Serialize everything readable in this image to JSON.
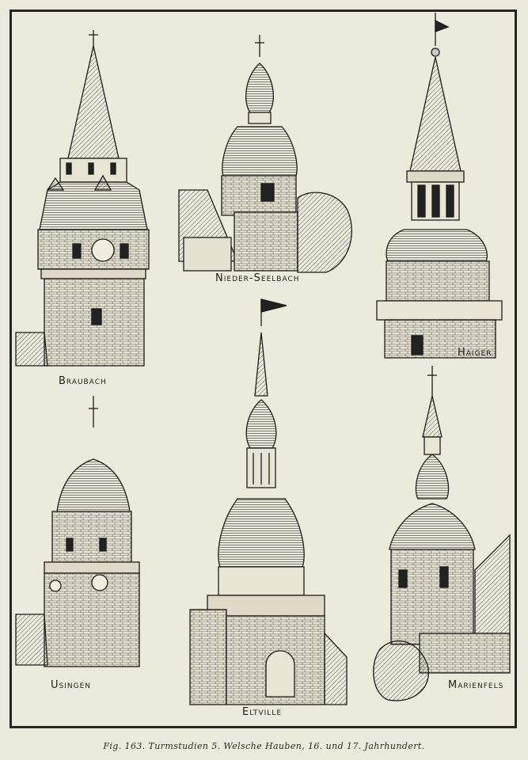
{
  "towers": [
    {
      "name": "Braubach"
    },
    {
      "name": "Nieder-Seelbach"
    },
    {
      "name": "Haiger"
    },
    {
      "name": "Usingen"
    },
    {
      "name": "Eltville"
    },
    {
      "name": "Marienfels"
    }
  ],
  "caption": "Fig. 163.  Turmstudien 5.  Welsche Hauben, 16. und 17. Jahrhundert."
}
